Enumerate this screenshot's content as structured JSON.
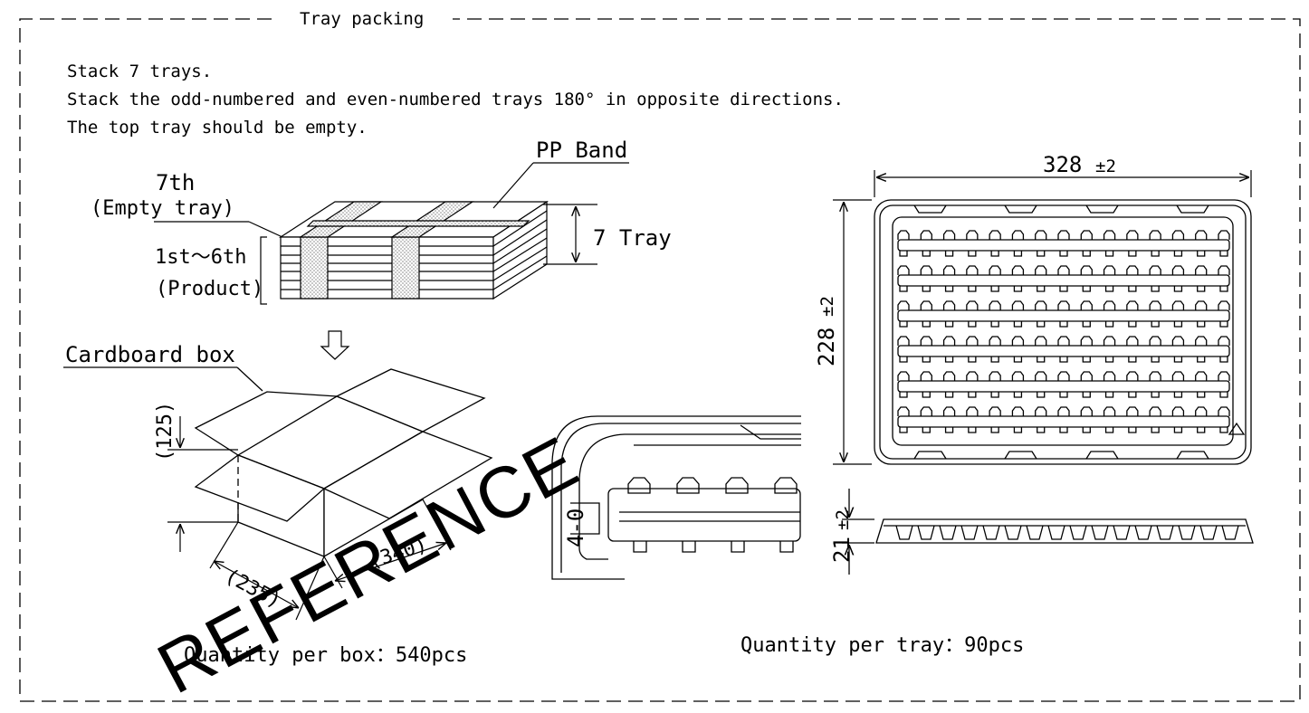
{
  "frame": {
    "title": "Tray packing"
  },
  "notes": [
    "Stack 7 trays.",
    "Stack the odd-numbered and even-numbered trays 180° in opposite directions.",
    "The top tray should be empty."
  ],
  "stack": {
    "pp_band": "PP Band",
    "seventh": "7th",
    "empty_tray": "(Empty tray)",
    "first_sixth": "1st～6th",
    "product": "(Product)",
    "tray_count": "7 Tray"
  },
  "box": {
    "label": "Cardboard box",
    "dim_height": "(125)",
    "dim_width": "(235)",
    "dim_length": "(340)",
    "quantity": "Quantity per box：540pcs"
  },
  "detail": {
    "marking": "4-0"
  },
  "tray": {
    "width": "328",
    "width_tol": "±2",
    "depth": "228",
    "depth_tol": "±2",
    "height": "21",
    "height_tol": "±2",
    "quantity": "Quantity per tray：90pcs"
  },
  "watermark": "REFERENCE"
}
